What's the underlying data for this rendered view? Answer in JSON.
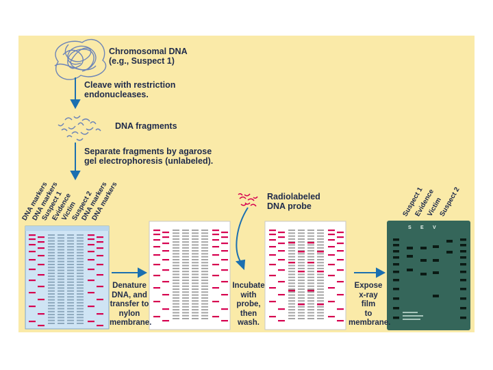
{
  "labels": {
    "chromosomal": "Chromosomal DNA\n(e.g., Suspect 1)",
    "cleave": "Cleave with restriction\nendonucleases.",
    "fragments": "DNA fragments",
    "separate": "Separate fragments by agarose\ngel electrophoresis (unlabeled).",
    "probe": "Radiolabeled\nDNA probe"
  },
  "steps": {
    "denature": "Denature\nDNA, and\ntransfer to\nnylon\nmembrane.",
    "incubate": "Incubate\nwith\nprobe,\nthen\nwash.",
    "expose": "Expose\nx-ray\nfilm\nto\nmembrane."
  },
  "gel_lanes": [
    "DNA markers",
    "DNA markers",
    "Suspect 1",
    "Evidence",
    "Victim",
    "Suspect 2",
    "DNA markers",
    "DNA markers"
  ],
  "film_lanes": [
    "Suspect 1",
    "Evidence",
    "Victim",
    "Suspect 2"
  ],
  "film_marks": [
    "S",
    "E",
    "V"
  ],
  "colors": {
    "panel": "#faeaa8",
    "arrow": "#1b6fb0",
    "marker_band": "#d6004f",
    "gray_band": "#a4a4a4",
    "gel": "#cfe4f4",
    "film": "#35665a"
  }
}
